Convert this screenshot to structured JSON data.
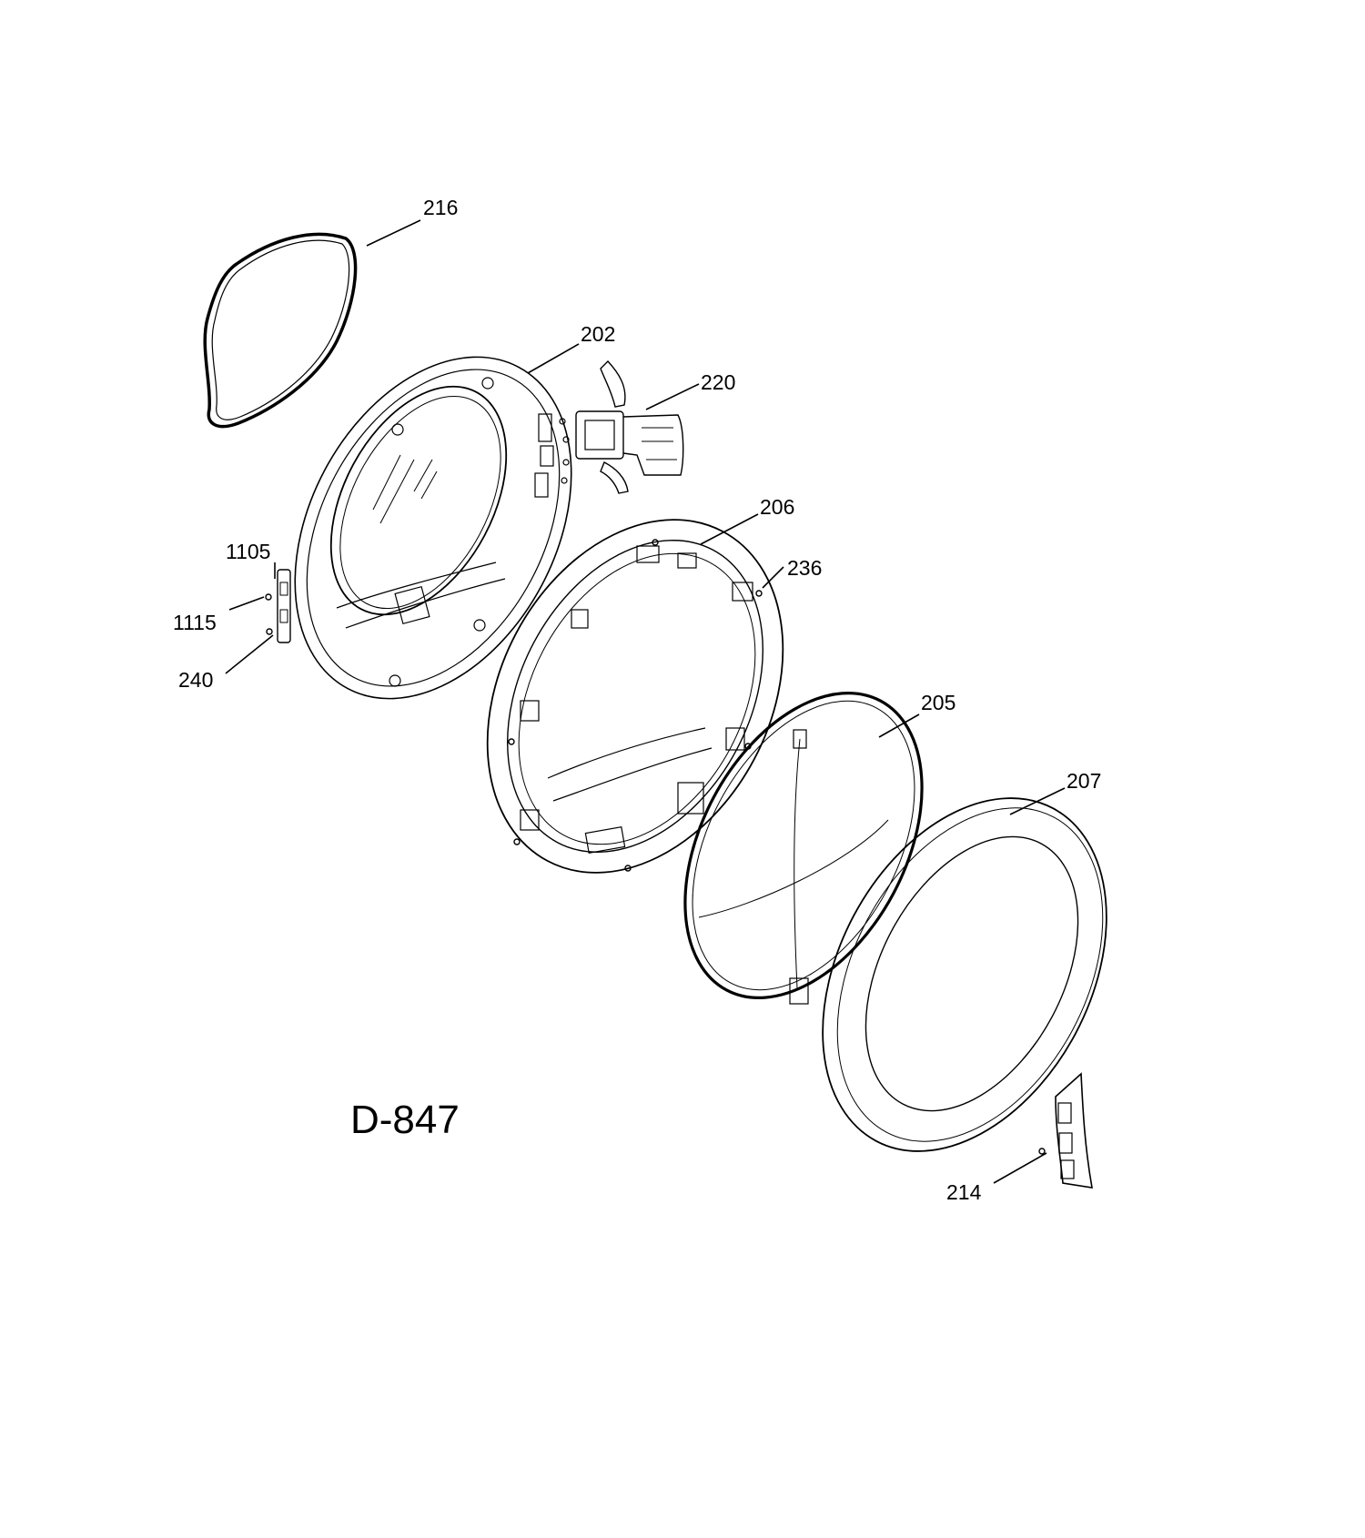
{
  "diagram": {
    "code": "D-847",
    "callouts": {
      "p216": "216",
      "p202": "202",
      "p220": "220",
      "p206": "206",
      "p236": "236",
      "p1105": "1105",
      "p1115": "1115",
      "p240": "240",
      "p205": "205",
      "p207": "207",
      "p214": "214"
    }
  }
}
